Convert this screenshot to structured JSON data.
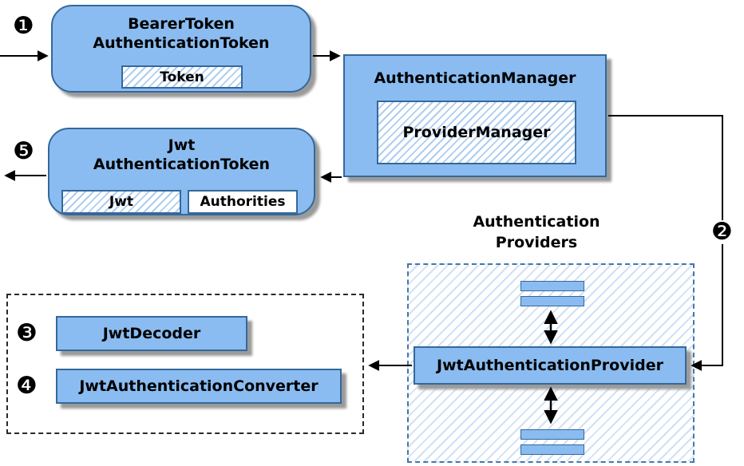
{
  "colors": {
    "box_fill": "#8ABCF1",
    "box_border": "#34689A",
    "hatch_stripe": "#aecdf0",
    "container_dashed_border": "#4477AA",
    "left_dashed_border": "#2a2a2a",
    "shadow": "#9a9a9a",
    "arrow": "#000000"
  },
  "badges": {
    "one": "❶",
    "two": "❷",
    "three": "❸",
    "four": "❹",
    "five": "❺"
  },
  "bearer_token": {
    "title_line1": "BearerToken",
    "title_line2": "AuthenticationToken",
    "token_label": "Token"
  },
  "auth_manager": {
    "title": "AuthenticationManager",
    "provider_manager_label": "ProviderManager"
  },
  "jwt_token": {
    "title_line1": "Jwt",
    "title_line2": "AuthenticationToken",
    "jwt_label": "Jwt",
    "authorities_label": "Authorities"
  },
  "providers": {
    "title_line1": "Authentication",
    "title_line2": "Providers",
    "jwt_provider_label": "JwtAuthenticationProvider"
  },
  "converters": {
    "decoder_label": "JwtDecoder",
    "converter_label": "JwtAuthenticationConverter"
  }
}
